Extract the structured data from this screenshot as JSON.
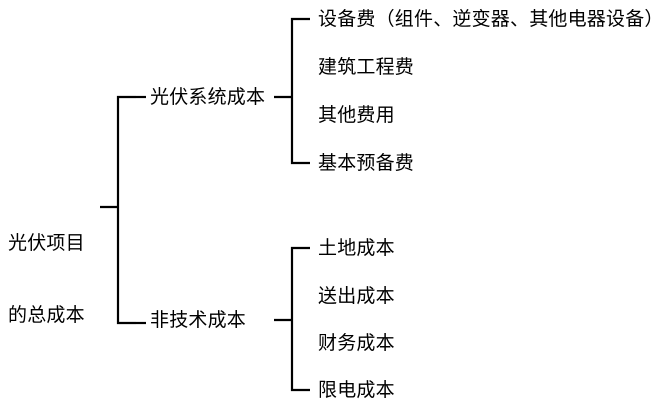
{
  "diagram": {
    "type": "bracket-tree",
    "orientation": "left-to-right",
    "root": {
      "label_line_1": "光伏项目",
      "label_line_2": "的总成本",
      "label_full": "光伏项目的总成本"
    },
    "branches": [
      {
        "label": "光伏系统成本",
        "leaves": [
          "设备费（组件、逆变器、其他电器设备）",
          "建筑工程费",
          "其他费用",
          "基本预备费"
        ]
      },
      {
        "label": "非技术成本",
        "leaves": [
          "土地成本",
          "送出成本",
          "财务成本",
          "限电成本"
        ]
      }
    ],
    "colors": {
      "stroke": "#000000",
      "text": "#000000",
      "background": "#ffffff"
    }
  }
}
